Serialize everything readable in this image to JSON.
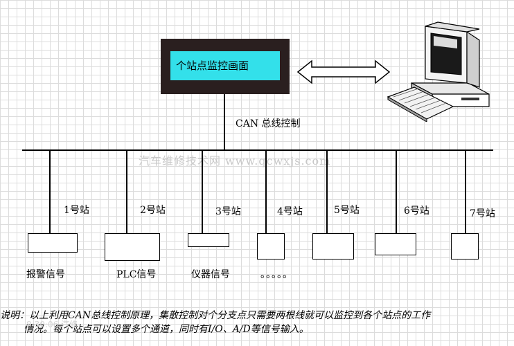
{
  "monitor_box": {
    "label": "个站点监控画面"
  },
  "bus": {
    "label": "CAN 总线控制"
  },
  "watermark": "汽车维修技术网 www.qcwxjs.com",
  "stations": [
    {
      "name": "1号站",
      "device": "报警信号"
    },
    {
      "name": "2号站",
      "device": "PLC信号"
    },
    {
      "name": "3号站",
      "device": "仪器信号"
    },
    {
      "name": "4号站",
      "device": "。。。。。"
    },
    {
      "name": "5号站",
      "device": ""
    },
    {
      "name": "6号站",
      "device": ""
    },
    {
      "name": "7号站",
      "device": ""
    }
  ],
  "note": {
    "line1": "说明：以上利用CAN总线控制原理，集散控制对个分支点只需要两根线就可以监控到各个站点的工作",
    "line2": "情况。每个站点可以设置多个通道，同时有I/O、A/D等信号输入。"
  },
  "corner_mark": "8:30:06 汽修"
}
